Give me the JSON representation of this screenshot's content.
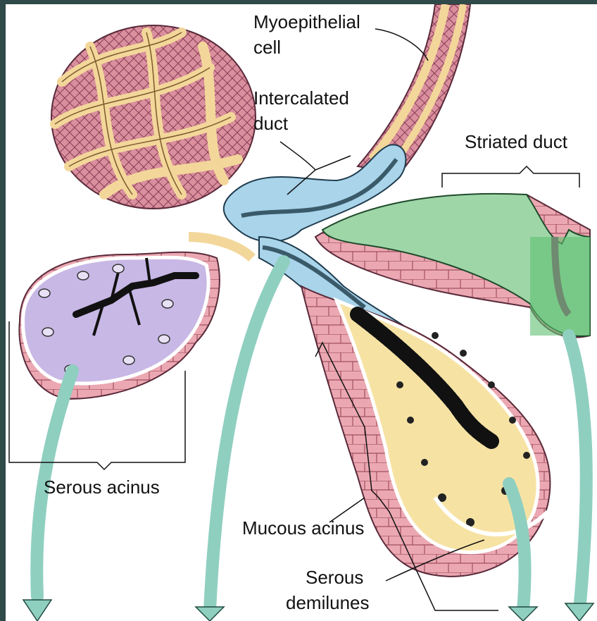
{
  "labels": {
    "myoepithelial": "Myoepithelial",
    "myoepithelial_2": "cell",
    "intercalated": "Intercalated",
    "intercalated_2": "duct",
    "striated": "Striated duct",
    "serous_acinus": "Serous acinus",
    "mucous_acinus": "Mucous acinus",
    "serous_demilunes": "Serous",
    "serous_demilunes_2": "demilunes"
  },
  "colors": {
    "background": "#2f4a48",
    "tissue_pink": "#e9a3ad",
    "connective": "#c98a9a",
    "myoepithelial_yellow": "#f3d79a",
    "serous_purple": "#c8b8e6",
    "intercalated_blue": "#a9d4ea",
    "striated_green": "#9fd6a8",
    "mucous_yellow": "#f6e3a4",
    "arrow_teal": "#8fcfc0"
  }
}
